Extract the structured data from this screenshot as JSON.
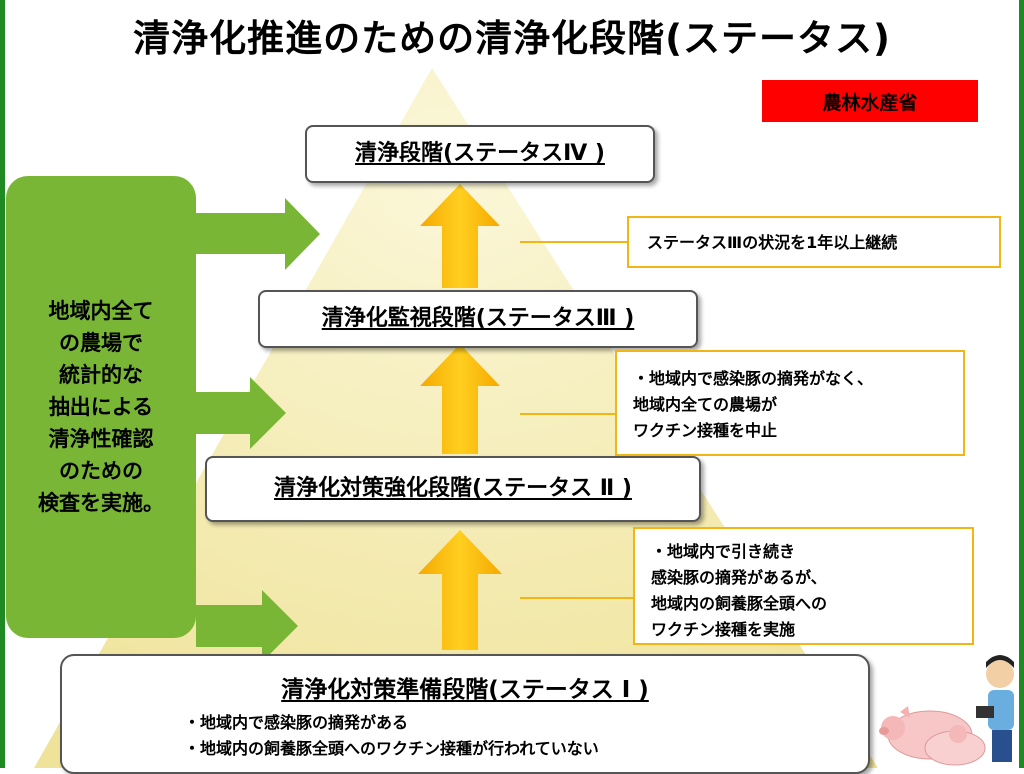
{
  "title": "清浄化推進のための清浄化段階(ステータス)",
  "ministry": "農林水産省",
  "left_panel": "地域内全て\nの農場で\n統計的な\n抽出による\n清浄性確認\nのための\n検査を実施。",
  "stages": {
    "s4": {
      "label": "清浄段階(ステータスⅣ )"
    },
    "s3": {
      "label": "清浄化監視段階(ステータスⅢ )"
    },
    "s2": {
      "label": "清浄化対策強化段階(ステータス Ⅱ )"
    },
    "s1": {
      "label": "清浄化対策準備段階(ステータス Ⅰ )",
      "bullets": [
        "・地域内で感染豚の摘発がある",
        "・地域内の飼養豚全頭へのワクチン接種が行われていない"
      ]
    }
  },
  "notes": {
    "n1": "ステータスⅢの状況を1年以上継続",
    "n2": "・地域内で感染豚の摘発がなく、\n  地域内全ての農場が\n  ワクチン接種を中止",
    "n3": "・地域内で引き続き\n  感染豚の摘発があるが、\n  地域内の飼養豚全頭への\n  ワクチン接種を実施"
  },
  "colors": {
    "frame": "#1f8a24",
    "pyramid": "#f7f0b4",
    "green_panel": "#7ab635",
    "yellow_arrow": "#f4b400",
    "note_border": "#f2b516",
    "ministry_bg": "#ff0000"
  },
  "icons": [
    "pig-icon",
    "farmer-icon"
  ]
}
